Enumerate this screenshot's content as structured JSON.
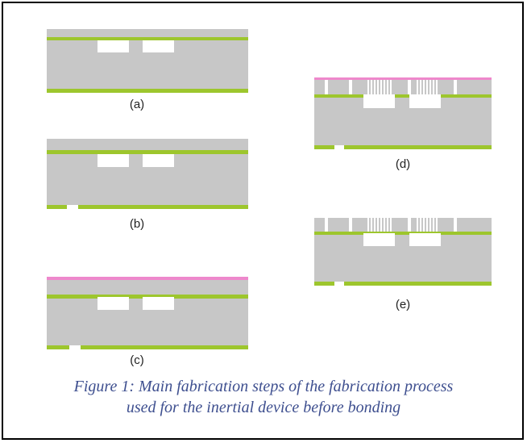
{
  "colors": {
    "silicon": "#c7c7c7",
    "oxide": "#9dc62d",
    "cavity": "#ffffff",
    "resist": "#ee88cc",
    "frame": "#000000",
    "caption": "#3e4f8f"
  },
  "panels": [
    {
      "id": "a",
      "label": "(a)"
    },
    {
      "id": "b",
      "label": "(b)"
    },
    {
      "id": "c",
      "label": "(c)"
    },
    {
      "id": "d",
      "label": "(d)"
    },
    {
      "id": "e",
      "label": "(e)"
    }
  ],
  "caption": {
    "line1": "Figure 1: Main fabrication steps of the fabrication process",
    "line2": "used for the inertial device before bonding"
  }
}
